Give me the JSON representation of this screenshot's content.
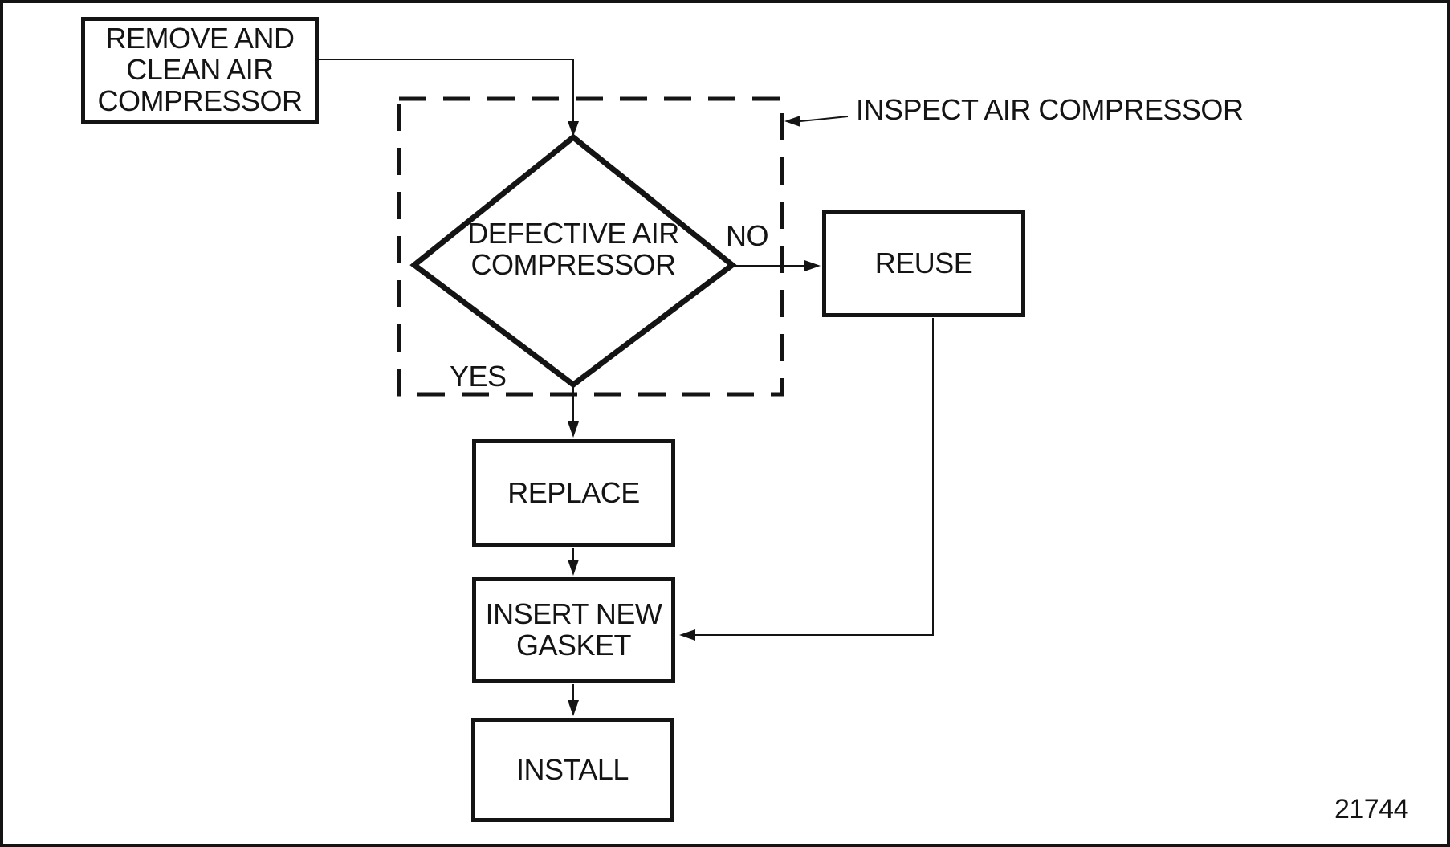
{
  "page": {
    "background": "#ffffff",
    "ink": "#141414"
  },
  "figure_number": "21744",
  "flowchart": {
    "nodes": [
      {
        "id": "remove-clean",
        "type": "process",
        "label": "REMOVE AND\nCLEAN AIR\nCOMPRESSOR"
      },
      {
        "id": "defective-decision",
        "type": "decision",
        "label": "DEFECTIVE AIR\nCOMPRESSOR"
      },
      {
        "id": "reuse",
        "type": "process",
        "label": "REUSE"
      },
      {
        "id": "replace",
        "type": "process",
        "label": "REPLACE"
      },
      {
        "id": "insert-new-gasket",
        "type": "process",
        "label": "INSERT NEW\nGASKET"
      },
      {
        "id": "install",
        "type": "process",
        "label": "INSTALL"
      }
    ],
    "branch_labels": {
      "no": "NO",
      "yes": "YES"
    },
    "annotation": {
      "label": "INSPECT AIR COMPRESSOR",
      "points_to": "dashed-inspection-region"
    },
    "edges": [
      {
        "from": "remove-clean",
        "to": "defective-decision",
        "label": ""
      },
      {
        "from": "defective-decision",
        "to": "reuse",
        "label": "NO"
      },
      {
        "from": "defective-decision",
        "to": "replace",
        "label": "YES"
      },
      {
        "from": "reuse",
        "to": "insert-new-gasket",
        "label": ""
      },
      {
        "from": "replace",
        "to": "insert-new-gasket",
        "label": ""
      },
      {
        "from": "insert-new-gasket",
        "to": "install",
        "label": ""
      }
    ]
  }
}
